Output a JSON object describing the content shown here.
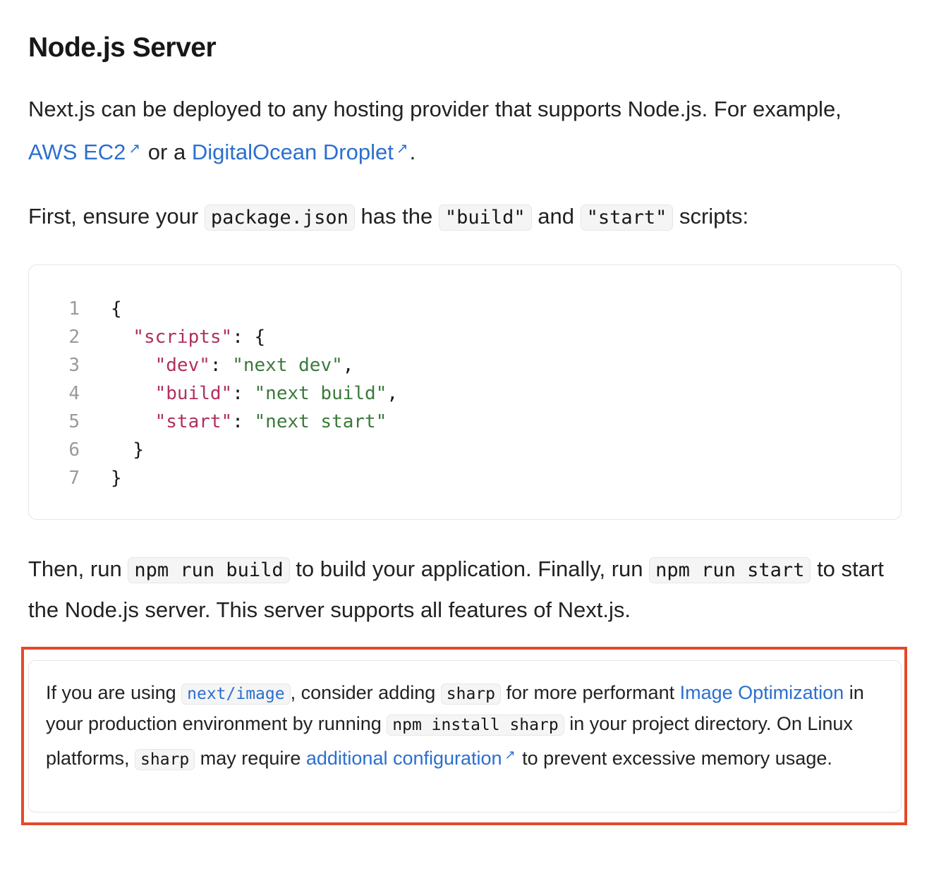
{
  "heading": "Node.js Server",
  "intro": {
    "text1": "Next.js can be deployed to any hosting provider that supports Node.js. For example,",
    "link1": "AWS EC2",
    "text2": " or a ",
    "link2": "DigitalOcean Droplet",
    "text3": "."
  },
  "external_arrow": "↗",
  "ensure": {
    "text1": "First, ensure your ",
    "code1": "package.json",
    "text2": " has the ",
    "code2": "\"build\"",
    "text3": " and ",
    "code3": "\"start\"",
    "text4": " scripts:"
  },
  "code_block": {
    "line_numbers": [
      "1",
      "2",
      "3",
      "4",
      "5",
      "6",
      "7"
    ],
    "l1": "{",
    "l2_key": "\"scripts\"",
    "l2_rest": ": {",
    "l3_key": "\"dev\"",
    "l3_sep": ": ",
    "l3_val": "\"next dev\"",
    "l3_end": ",",
    "l4_key": "\"build\"",
    "l4_sep": ": ",
    "l4_val": "\"next build\"",
    "l4_end": ",",
    "l5_key": "\"start\"",
    "l5_sep": ": ",
    "l5_val": "\"next start\"",
    "l6": "}",
    "l7": "}"
  },
  "run": {
    "text1": "Then, run ",
    "code1": "npm run build",
    "text2": " to build your application. Finally, run ",
    "code2": "npm run start",
    "text3": " to start the Node.js server. This server supports all features of Next.js."
  },
  "note": {
    "text1": "If you are using ",
    "code1": "next/image",
    "text2": ", consider adding ",
    "code2": "sharp",
    "text3": " for more performant ",
    "link1": "Image Optimization",
    "text4": " in your production environment by running ",
    "code3": "npm install sharp",
    "text5": " in your project directory. On Linux platforms, ",
    "code4": "sharp",
    "text6": " may require ",
    "link2": "additional configuration",
    "text7": " to prevent excessive memory usage."
  },
  "colors": {
    "link": "#2b6fce",
    "highlight_border": "#e24a2a",
    "code_key": "#b03060",
    "code_string": "#3b7a3b"
  }
}
